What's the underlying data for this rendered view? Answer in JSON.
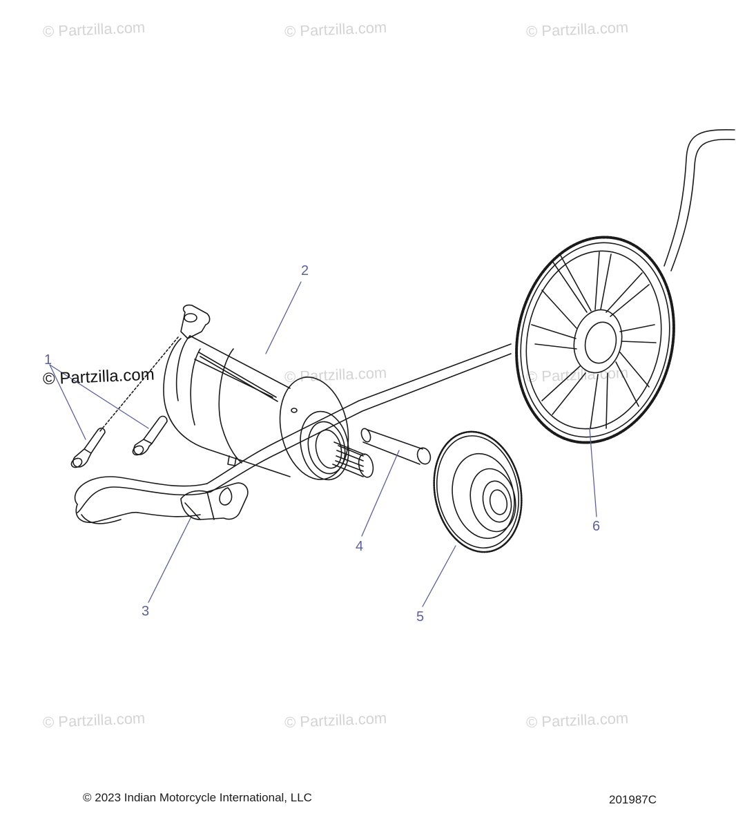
{
  "watermarks": {
    "text": "© Partzilla.com",
    "overlay_text": "© Partzilla.com"
  },
  "callouts": [
    "1",
    "2",
    "3",
    "4",
    "5",
    "6"
  ],
  "footer": {
    "copyright": "© 2023 Indian Motorcycle International, LLC",
    "diagram_id": "201987C"
  },
  "colors": {
    "line": "#1a1a1a",
    "callout": "#5a5fa0",
    "watermark": "#d4d4d4"
  }
}
